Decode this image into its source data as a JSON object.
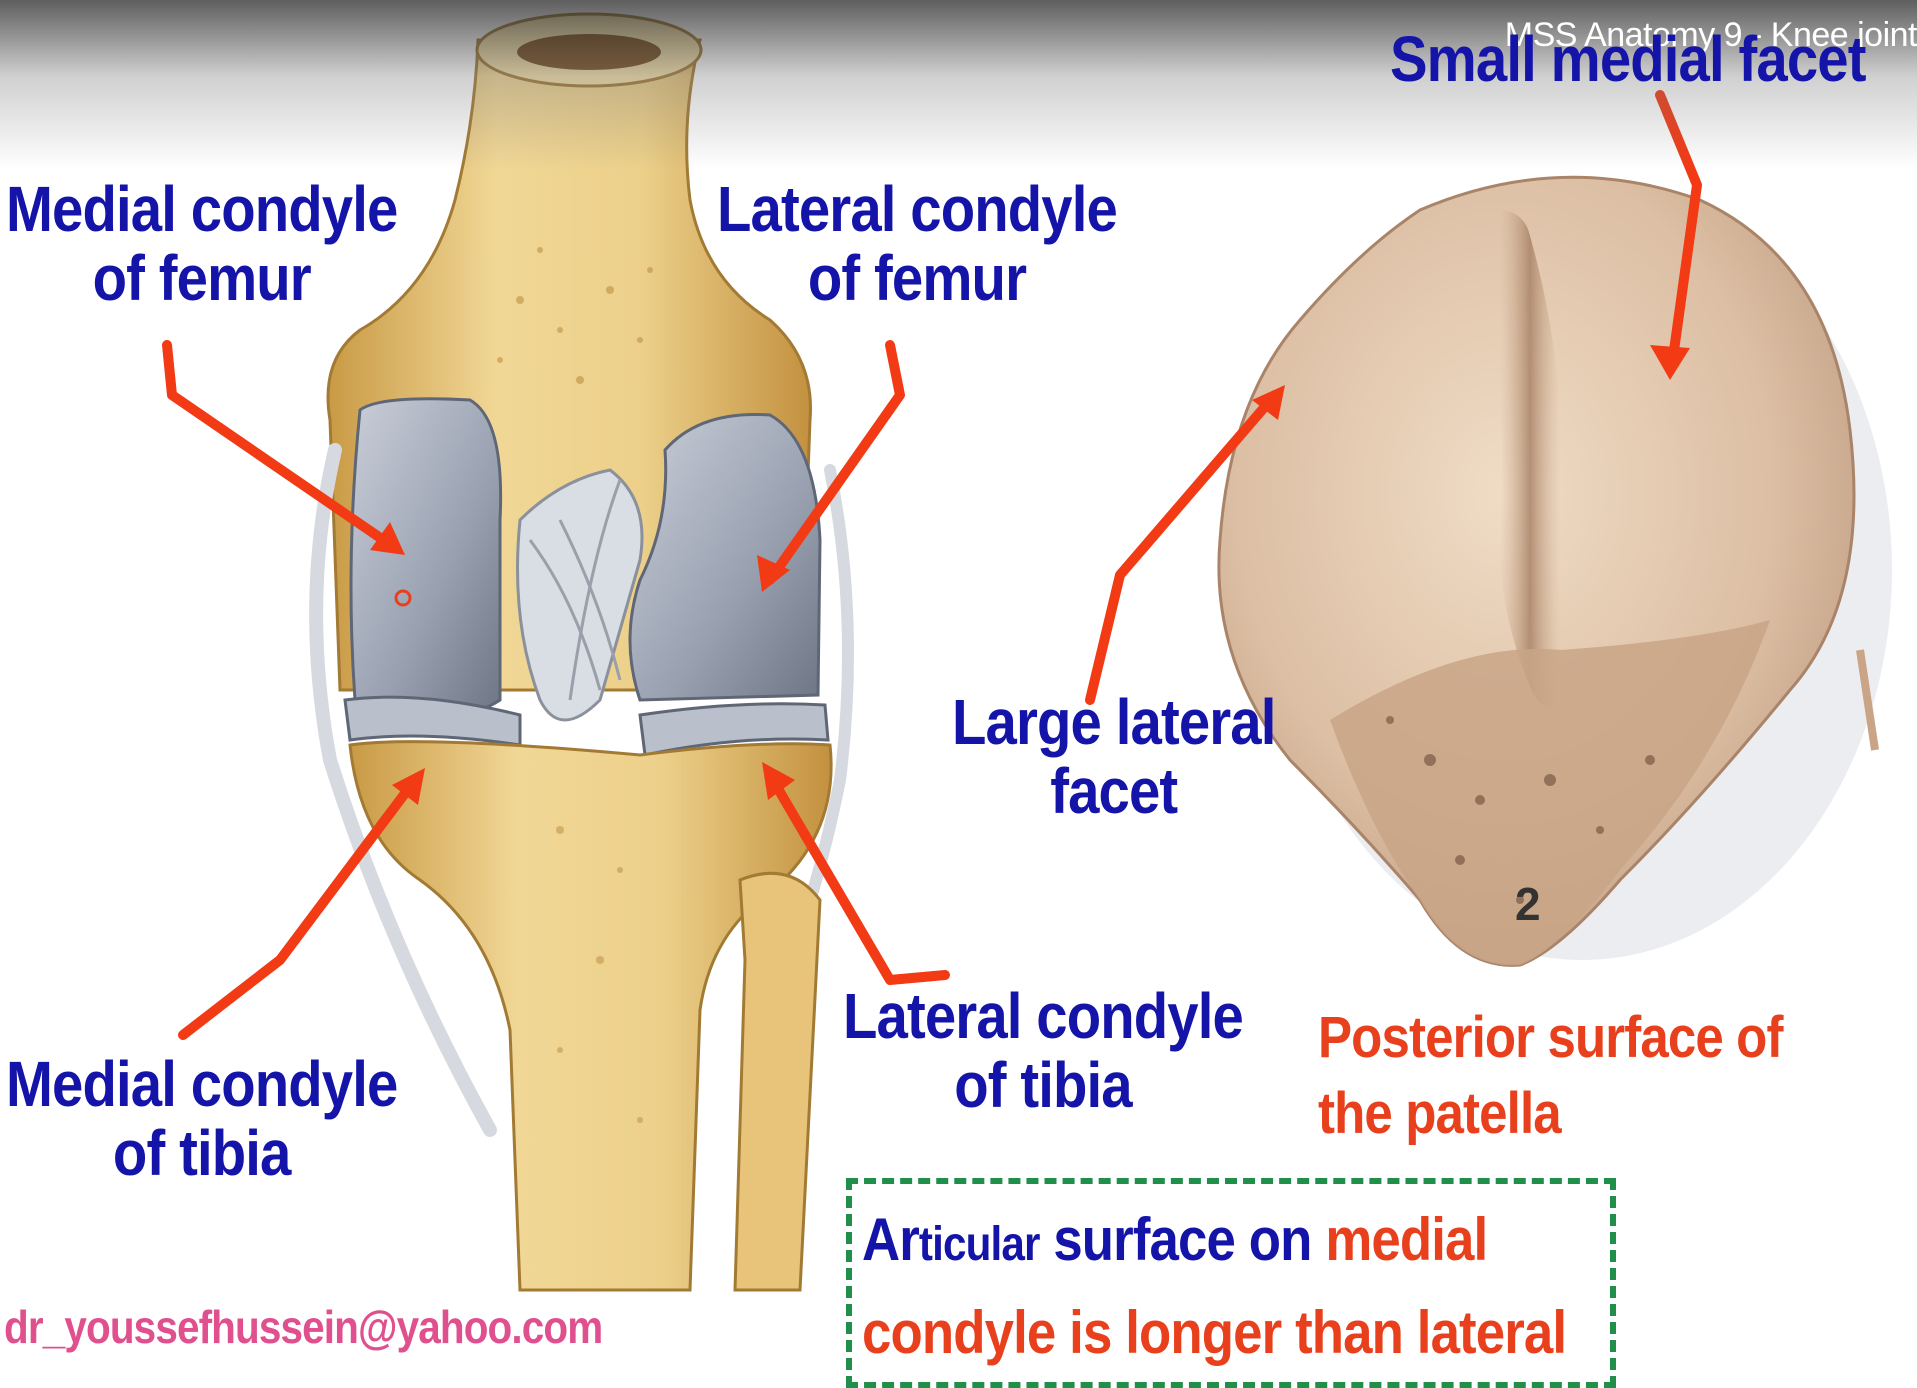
{
  "video_title": "MSS Anatomy 9 - Knee joint",
  "labels": {
    "medial_condyle_femur": [
      "Medial condyle",
      "of femur"
    ],
    "lateral_condyle_femur": [
      "Lateral condyle",
      "of femur"
    ],
    "medial_condyle_tibia": [
      "Medial condyle",
      "of tibia"
    ],
    "lateral_condyle_tibia": [
      "Lateral condyle",
      "of tibia"
    ],
    "small_medial_facet": "Small medial facet",
    "large_lateral_facet": [
      "Large lateral",
      "facet"
    ],
    "posterior_surface": [
      "Posterior surface of",
      "the patella"
    ]
  },
  "note": {
    "part1_initial": "Ar",
    "part1_rest": "ticular",
    "part2": " surface on ",
    "part3": "medial",
    "part4": "condyle is longer than lateral"
  },
  "figure_number": "2",
  "email": "dr_youssefhussein@yahoo.com",
  "colors": {
    "label_blue": "#1414a8",
    "label_red": "#e8401c",
    "arrow_red": "#f23a14",
    "box_green": "#1f8f4a",
    "email_pink": "#e0508f",
    "bone": "#e8c47a",
    "cartilage": "#9aa3b4",
    "patella": "#e2c9b0"
  }
}
